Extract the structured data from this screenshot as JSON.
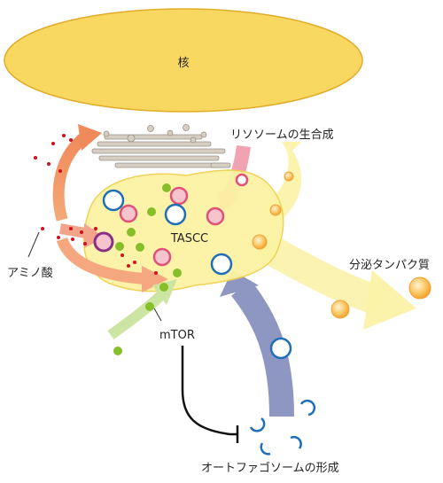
{
  "labels": {
    "nucleus": "核",
    "lysosome_biogenesis": "リソソームの生合成",
    "tascc": "TASCC",
    "amino_acids": "アミノ酸",
    "secreted_proteins": "分泌タンパク質",
    "mtor": "mTOR",
    "autophagosome_formation": "オートファゴソームの形成"
  },
  "colors": {
    "nucleus_fill": "#f8d860",
    "tascc_fill": "#fcf3a4",
    "tascc_stroke": "#f0d050",
    "lysosome_ring": "#e05078",
    "lysosome_fill": "#f6c4cc",
    "autophagosome_ring": "#1f6fb8",
    "amino_acid_dot": "#d0101c",
    "mtor_dot": "#86bf2a",
    "secretory_granule": "#f5a623",
    "autophagy_arrow": "#8e97c2",
    "er_golgi": "#d6cec2"
  }
}
